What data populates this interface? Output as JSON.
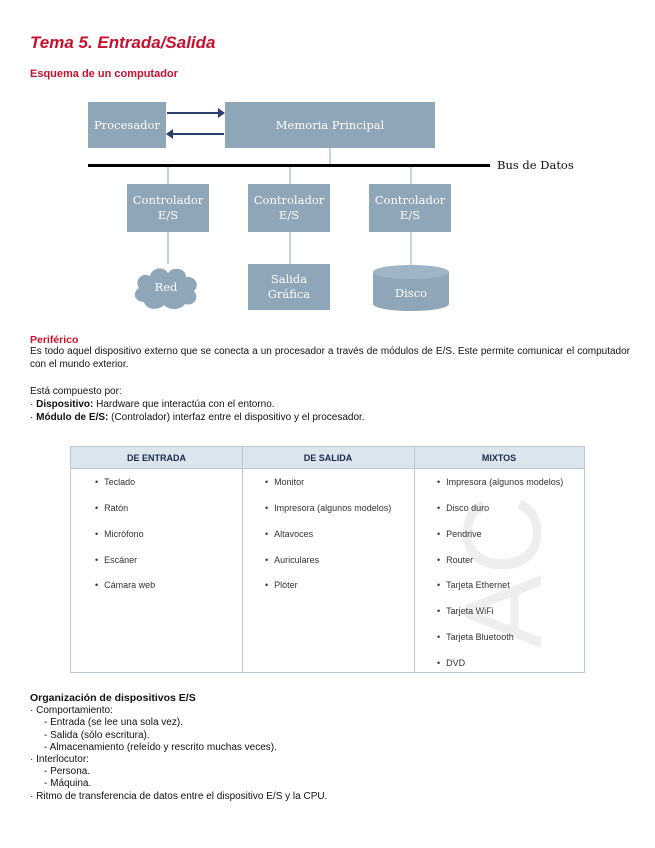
{
  "header": {
    "title": "Tema 5. Entrada/Salida",
    "subtitle": "Esquema de un computador"
  },
  "diagram": {
    "processor": "Procesador",
    "memory": "Memoria Principal",
    "bus": "Bus de Datos",
    "controllers": [
      "Controlador\nE/S",
      "Controlador\nE/S",
      "Controlador\nE/S"
    ],
    "devices": [
      "Red",
      "Salida\nGráfica",
      "Disco"
    ],
    "box_color": "#8ea6b8",
    "connector_color": "#c7d3dc",
    "arrow_color": "#2b3f6b"
  },
  "periferico": {
    "heading": "Periférico",
    "definition": "Es todo aquel dispositivo externo que se conecta a un procesador a través de módulos de E/S. Este permite comunicar el computador con el mundo exterior.",
    "composed_by": "Está compuesto por:",
    "items": [
      {
        "term": "Dispositivo:",
        "text": " Hardware que interactúa con el entorno."
      },
      {
        "term": "Módulo de E/S:",
        "text": " (Controlador) interfaz entre el dispositivo y el procesador."
      }
    ]
  },
  "table": {
    "headers": [
      "DE ENTRADA",
      "DE SALIDA",
      "MIXTOS"
    ],
    "columns": [
      [
        "Teclado",
        "Ratón",
        "Micrófono",
        "Escáner",
        "Cámara web"
      ],
      [
        "Monitor",
        "Impresora (algunos modelos)",
        "Altavoces",
        "Auriculares",
        "Plóter"
      ],
      [
        "Impresora (algunos modelos)",
        "Disco duro",
        "Pendrive",
        "Router",
        "Tarjeta Ethernet",
        "Tarjeta WiFi",
        "Tarjeta Bluetooth",
        "DVD"
      ]
    ],
    "watermark": "AC",
    "header_bg": "#dbe5ee"
  },
  "organization": {
    "heading": "Organización de dispositivos E/S",
    "lines": [
      {
        "level": 1,
        "marker": "·",
        "text": "Comportamiento:"
      },
      {
        "level": 2,
        "marker": "-",
        "text": "Entrada (se lee una sola vez)."
      },
      {
        "level": 2,
        "marker": "-",
        "text": "Salida (sólo escritura)."
      },
      {
        "level": 2,
        "marker": "-",
        "text": "Almacenamiento (releído y rescrito muchas veces)."
      },
      {
        "level": 1,
        "marker": "·",
        "text": "Interlocutor:"
      },
      {
        "level": 2,
        "marker": "-",
        "text": "Persona."
      },
      {
        "level": 2,
        "marker": "-",
        "text": "Máquina."
      },
      {
        "level": 1,
        "marker": "·",
        "text": "Ritmo de transferencia de datos entre el dispositivo E/S y la CPU."
      }
    ]
  },
  "colors": {
    "accent": "#c8102e"
  }
}
